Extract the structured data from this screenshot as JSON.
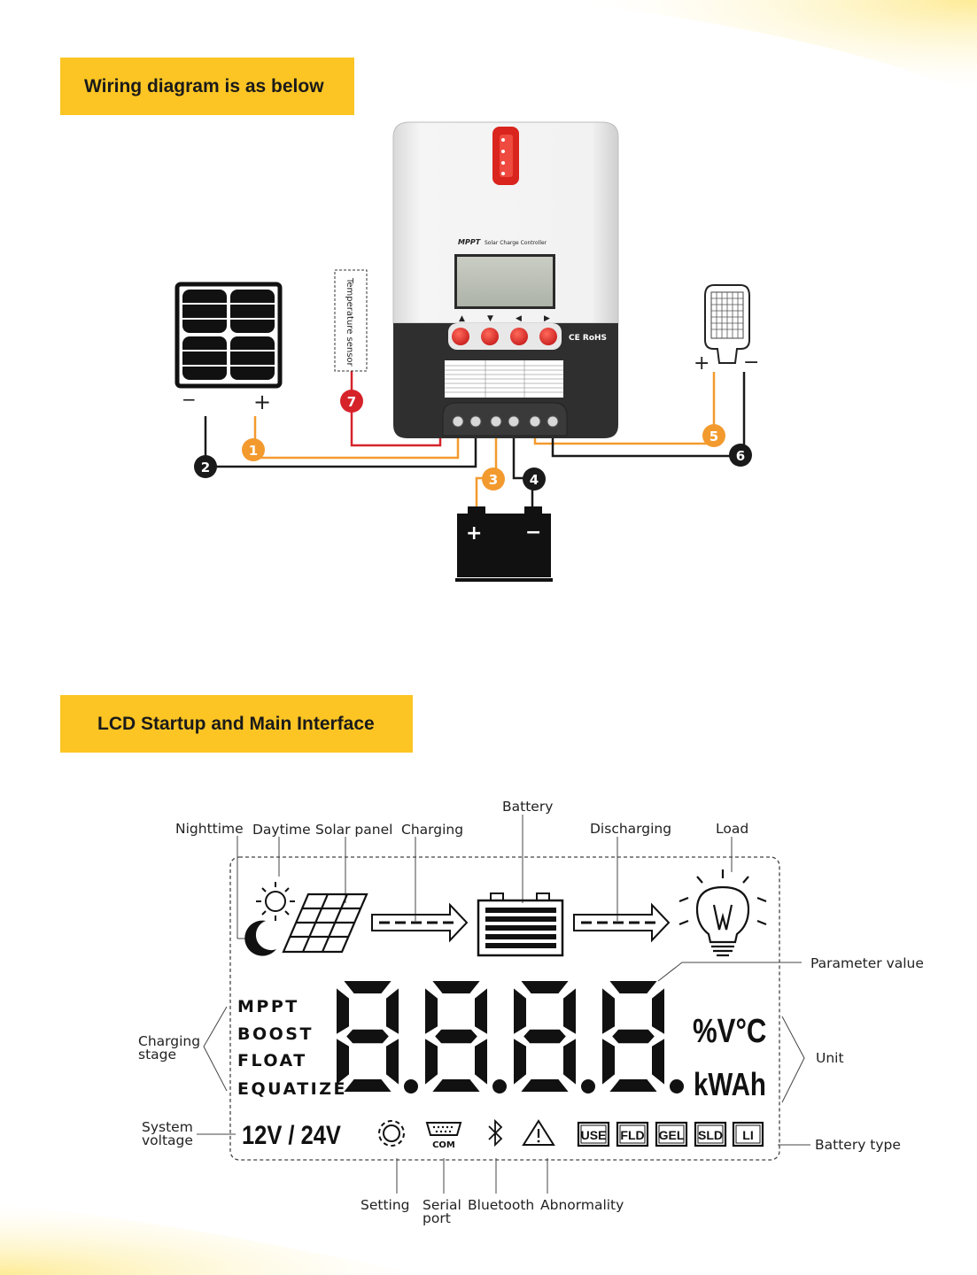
{
  "banners": {
    "wiring_title": "Wiring diagram is as below",
    "lcd_title": "LCD Startup and Main Interface"
  },
  "controller": {
    "brand": "MPPT",
    "subtitle": "Solar Charge Controller",
    "certs": "CE RoHS",
    "buttons": [
      "▲",
      "▼",
      "◀",
      "▶"
    ]
  },
  "wiring": {
    "temp_sensor": "Temperature sensor",
    "panel_minus": "−",
    "panel_plus": "+",
    "load_plus": "+",
    "load_minus": "−",
    "battery_plus": "+",
    "battery_minus": "−",
    "markers": [
      "1",
      "2",
      "3",
      "4",
      "5",
      "6",
      "7"
    ]
  },
  "lcd": {
    "labels": {
      "nighttime": "Nighttime",
      "daytime": "Daytime",
      "solar_panel": "Solar panel",
      "charging": "Charging",
      "battery": "Battery",
      "discharging": "Discharging",
      "load": "Load",
      "parameter_value": "Parameter value",
      "charging_stage_1": "Charging",
      "charging_stage_2": "stage",
      "unit": "Unit",
      "system_voltage_1": "System",
      "system_voltage_2": "voltage",
      "battery_type": "Battery type",
      "setting": "Setting",
      "serial_port_1": "Serial",
      "serial_port_2": "port",
      "bluetooth": "Bluetooth",
      "abnormality": "Abnormality"
    },
    "stages": [
      "MPPT",
      "BOOST",
      "FLOAT",
      "EQUATIZE"
    ],
    "units_top": "%V°C",
    "units_bottom": "kWAh",
    "voltage": "12V / 24V",
    "com": "COM",
    "battery_types": [
      "USE",
      "FLD",
      "GEL",
      "SLD",
      "LI"
    ]
  },
  "colors": {
    "accent_yellow": "#fcc524",
    "wire_orange": "#f39a2e",
    "wire_red": "#d6232a",
    "wire_black": "#1a1a1a"
  }
}
